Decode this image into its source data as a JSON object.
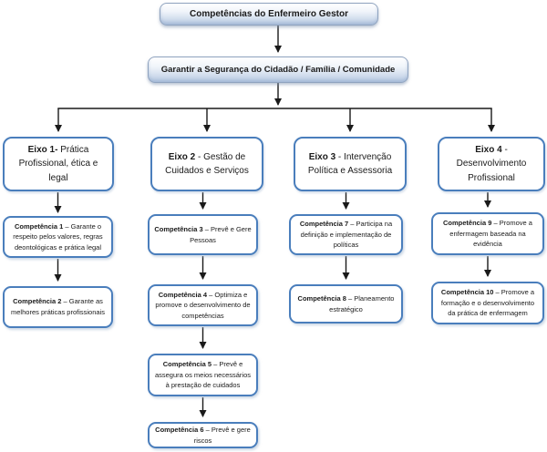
{
  "diagram": {
    "title_box": {
      "label": "Competências do Enfermeiro Gestor"
    },
    "goal_box": {
      "label": "Garantir a Segurança do Cidadão / Família / Comunidade"
    },
    "axes": [
      {
        "number": "Eixo 1-",
        "title": " Prática Profissional, ética e legal"
      },
      {
        "number": "Eixo 2",
        "title": " - Gestão de Cuidados e Serviços"
      },
      {
        "number": "Eixo 3",
        "title": " - Intervenção Política e Assessoria"
      },
      {
        "number": "Eixo 4",
        "title": " - Desenvolvimento Profissional"
      }
    ],
    "competencies": [
      {
        "number": "Competência 1",
        "description": " – Garante o respeito pelos valores, regras deontológicas e prática legal",
        "axis": "Eixo 1"
      },
      {
        "number": "Competência 2",
        "description": " – Garante as melhores práticas profissionais",
        "axis": "Eixo 1"
      },
      {
        "number": "Competência 3",
        "description": " – Prevê e Gere Pessoas",
        "axis": "Eixo 2"
      },
      {
        "number": "Competência 4",
        "description": " – Optimiza e promove o desenvolvimento de competências",
        "axis": "Eixo 2"
      },
      {
        "number": "Competência 5",
        "description": " – Prevê e assegura os meios necessários à prestação de cuidados",
        "axis": "Eixo 2"
      },
      {
        "number": "Competência 6",
        "description": " – Prevê e gere riscos",
        "axis": "Eixo 2"
      },
      {
        "number": "Competência 7",
        "description": " – Participa na definição e implementação de políticas",
        "axis": "Eixo 3"
      },
      {
        "number": "Competência 8",
        "description": " – Planeamento estratégico",
        "axis": "Eixo 3"
      },
      {
        "number": "Competência 9",
        "description": " – Promove a enfermagem baseada na evidência",
        "axis": "Eixo 4"
      },
      {
        "number": "Competência 10",
        "description": " – Promove a formação e o desenvolvimento da prática de enfermagem",
        "axis": "Eixo 4"
      }
    ],
    "colors": {
      "outline_box_border": "#4a7ebc",
      "glossy_fill_top": "#ffffff",
      "glossy_fill_bottom": "#b7c9e2",
      "glossy_border": "#8fa3bf",
      "arrow": "#1a1a1a",
      "text": "#1a1a1a",
      "background": "#ffffff"
    }
  }
}
